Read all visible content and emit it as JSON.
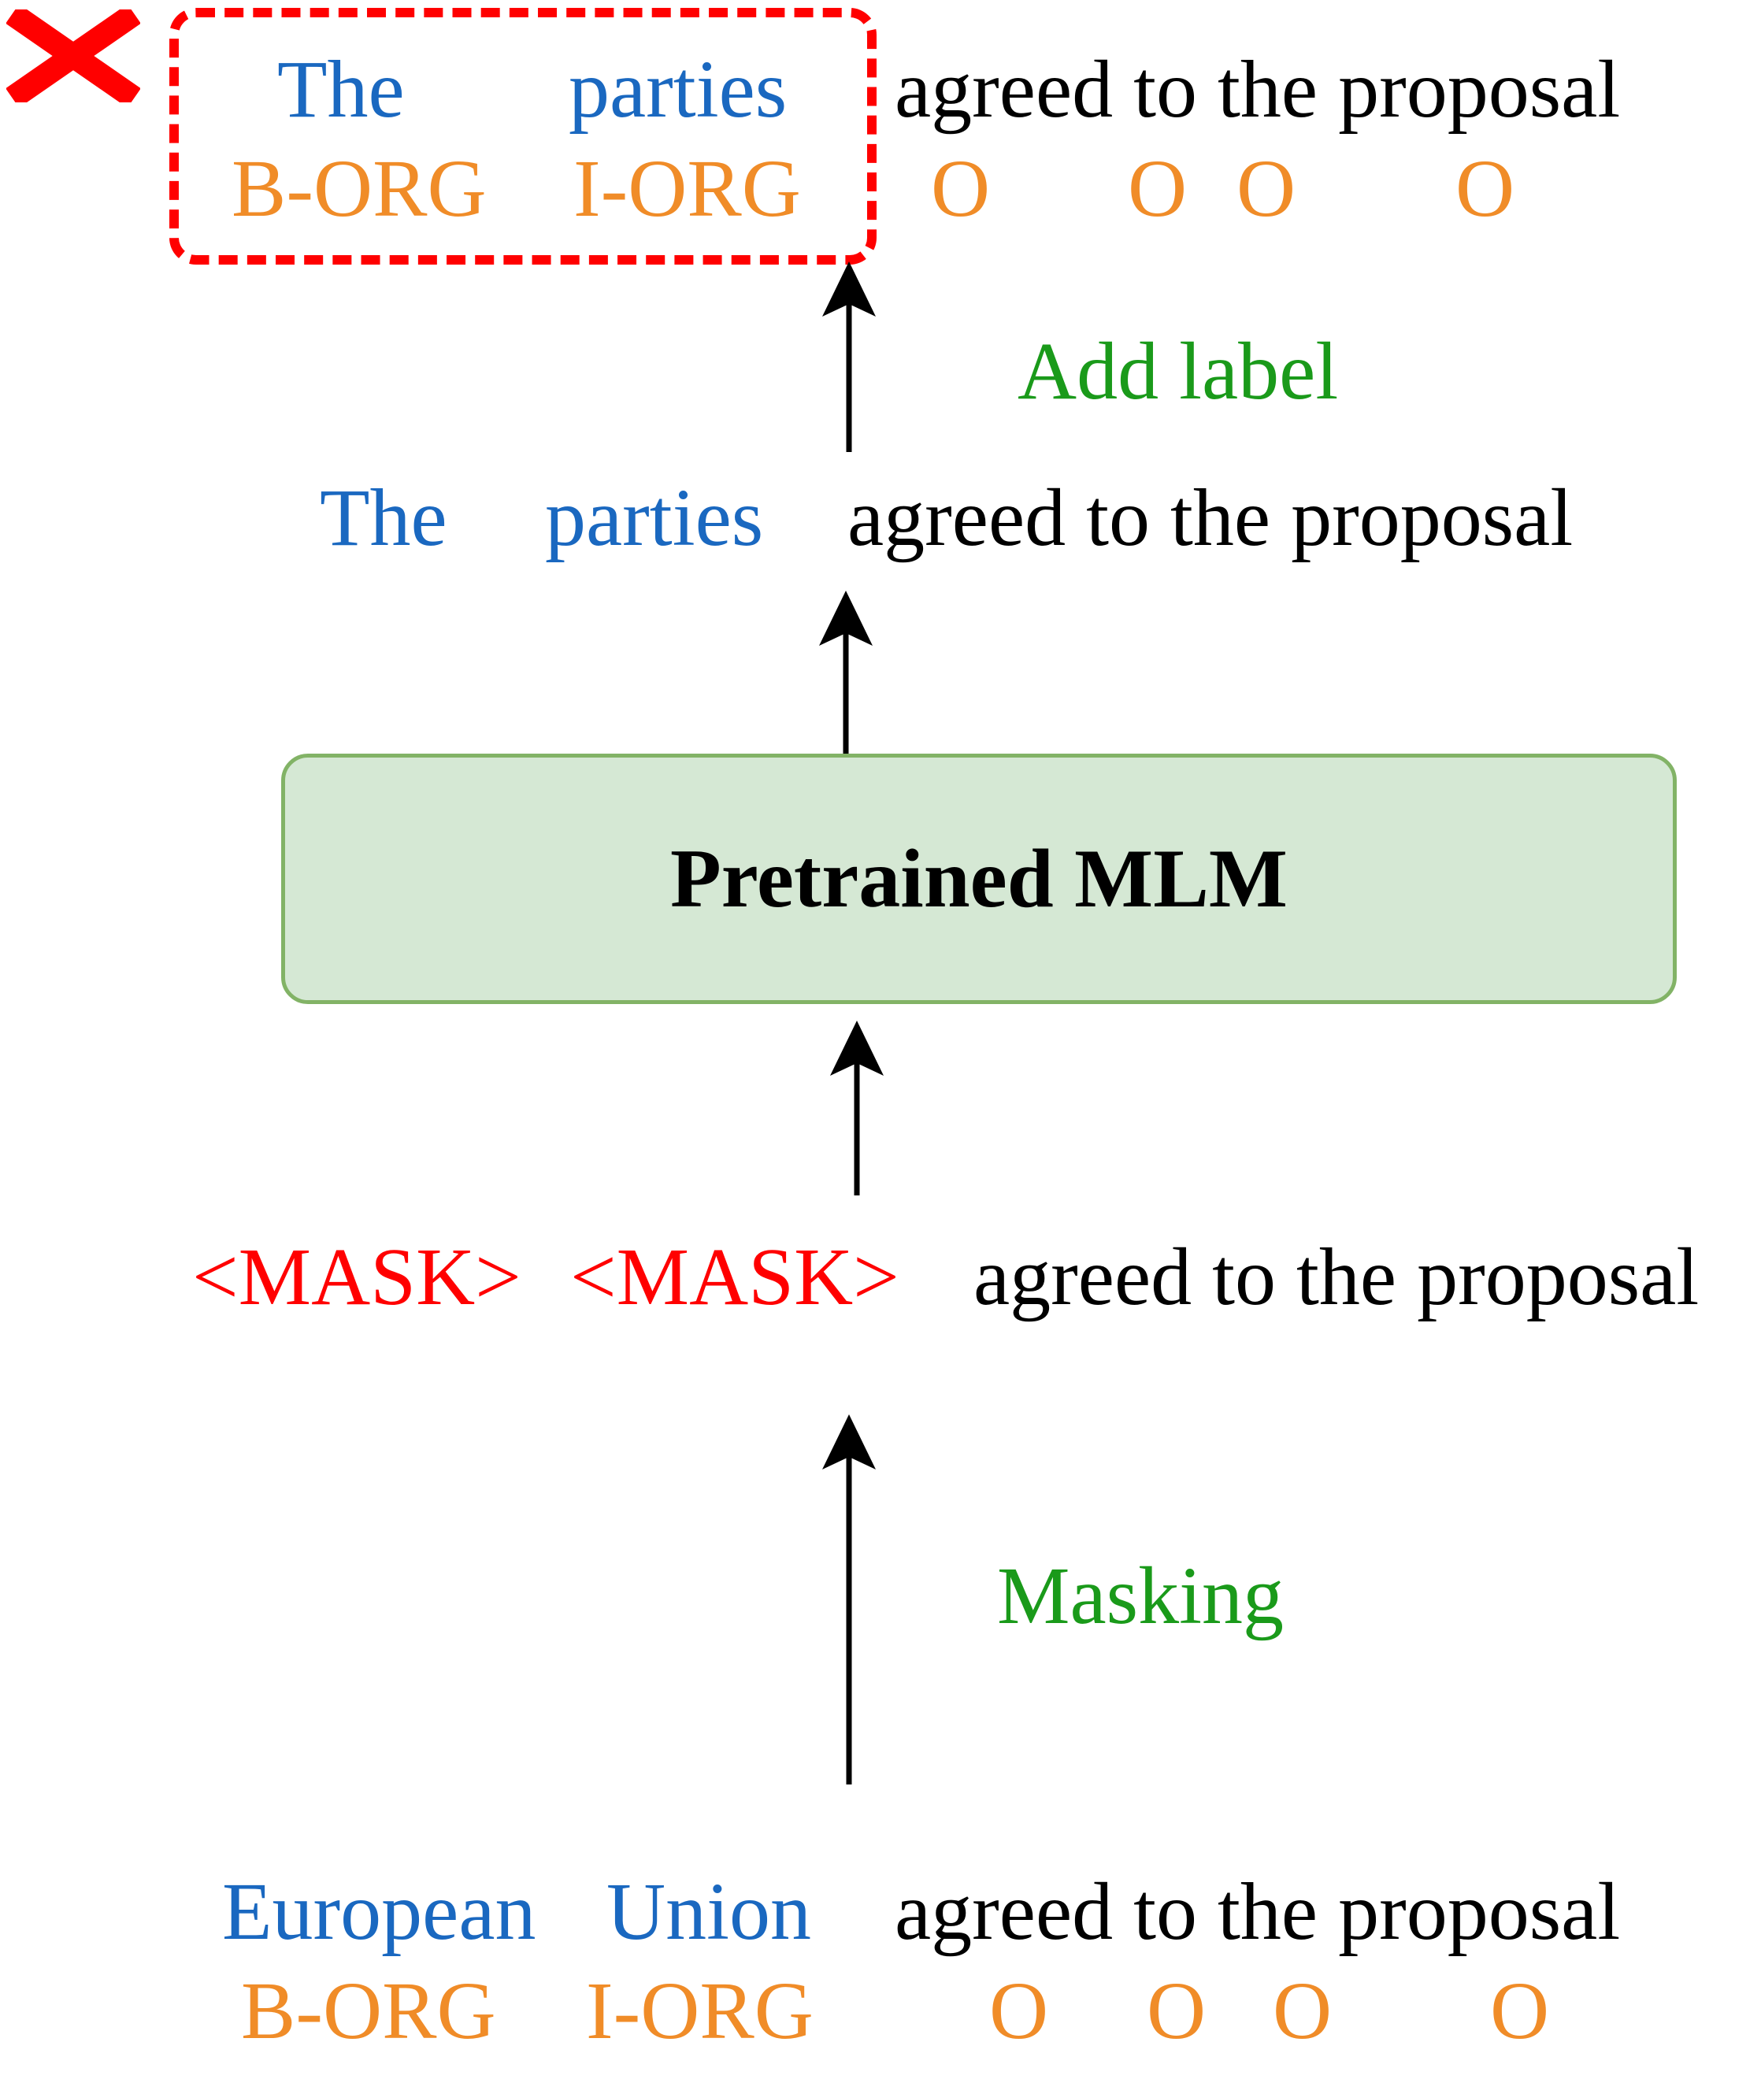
{
  "output_sentence": {
    "entity_words": [
      "The",
      "parties"
    ],
    "context": "agreed to the proposal",
    "labels": [
      "B-ORG",
      "I-ORG",
      "O",
      "O",
      "O",
      "O"
    ]
  },
  "step_add_label": "Add label",
  "generated_sentence": {
    "entity_words": [
      "The",
      "parties"
    ],
    "context": "agreed to the proposal"
  },
  "model_label": "Pretrained MLM",
  "masked_sentence": {
    "mask_tokens": [
      "<MASK>",
      "<MASK>"
    ],
    "context": "agreed to the proposal"
  },
  "step_masking": "Masking",
  "input_sentence": {
    "entity_words": [
      "European",
      "Union"
    ],
    "context": "agreed to the proposal",
    "labels": [
      "B-ORG",
      "I-ORG",
      "O",
      "O",
      "O",
      "O"
    ]
  },
  "colors": {
    "entity": "#1a68c0",
    "label": "#f08c28",
    "mask": "#ff0000",
    "step": "#1a9a1a",
    "model_fill": "#d5e8d4",
    "model_border": "#82b366",
    "reject": "#ff0000"
  },
  "icons": {
    "reject": "cross-icon"
  }
}
